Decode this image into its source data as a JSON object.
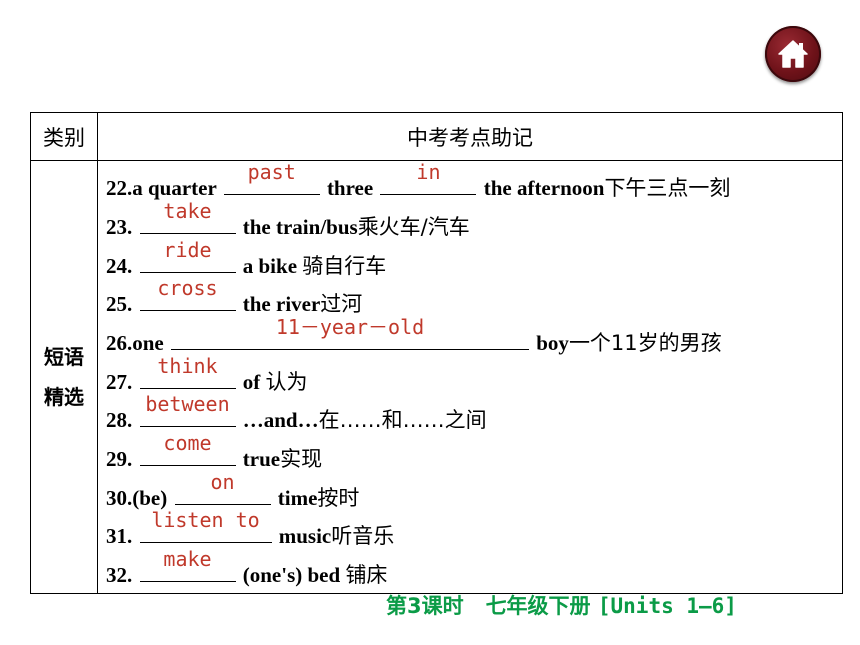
{
  "header": {
    "col_category": "类别",
    "col_content": "中考考点助记"
  },
  "category": {
    "line1": "短语",
    "line2": "精选"
  },
  "rows": [
    {
      "num": "22.",
      "pre": "a quarter ",
      "ans1": "past",
      "mid": " three ",
      "ans2": "in",
      "post": " the afternoon",
      "cn": "下午三点一刻"
    },
    {
      "num": "23.",
      "ans": "take",
      "post": " the train/bus",
      "cn": "乘火车/汽车"
    },
    {
      "num": "24.",
      "ans": "ride",
      "post": " a bike ",
      "cn": "骑自行车"
    },
    {
      "num": "25.",
      "ans": "cross",
      "post": " the river",
      "cn": "过河"
    },
    {
      "num": "26.",
      "pre": "one ",
      "ans": "11－year－old",
      "post": " boy",
      "cn": "一个11岁的男孩"
    },
    {
      "num": "27.",
      "ans": "think",
      "post": " of ",
      "cn": "认为"
    },
    {
      "num": "28.",
      "ans": "between",
      "post": "…and…",
      "cn": "在……和……之间"
    },
    {
      "num": "29.",
      "ans": "come",
      "post": " true",
      "cn": "实现"
    },
    {
      "num": "30.",
      "pre": "(be) ",
      "ans": "on",
      "post": " time",
      "cn": "按时"
    },
    {
      "num": "31.",
      "ans": "listen to",
      "post": " music",
      "cn": "听音乐"
    },
    {
      "num": "32.",
      "ans": "make",
      "post": " (one's) bed ",
      "cn": "铺床"
    }
  ],
  "footer": {
    "lesson": "第3课时",
    "grade": "七年级下册",
    "units": "[Units 1—6]"
  },
  "colors": {
    "answer": "#c0392b",
    "footer": "#0b9b47",
    "home_button": "#6e1219"
  },
  "icons": {
    "home": "home-icon"
  }
}
